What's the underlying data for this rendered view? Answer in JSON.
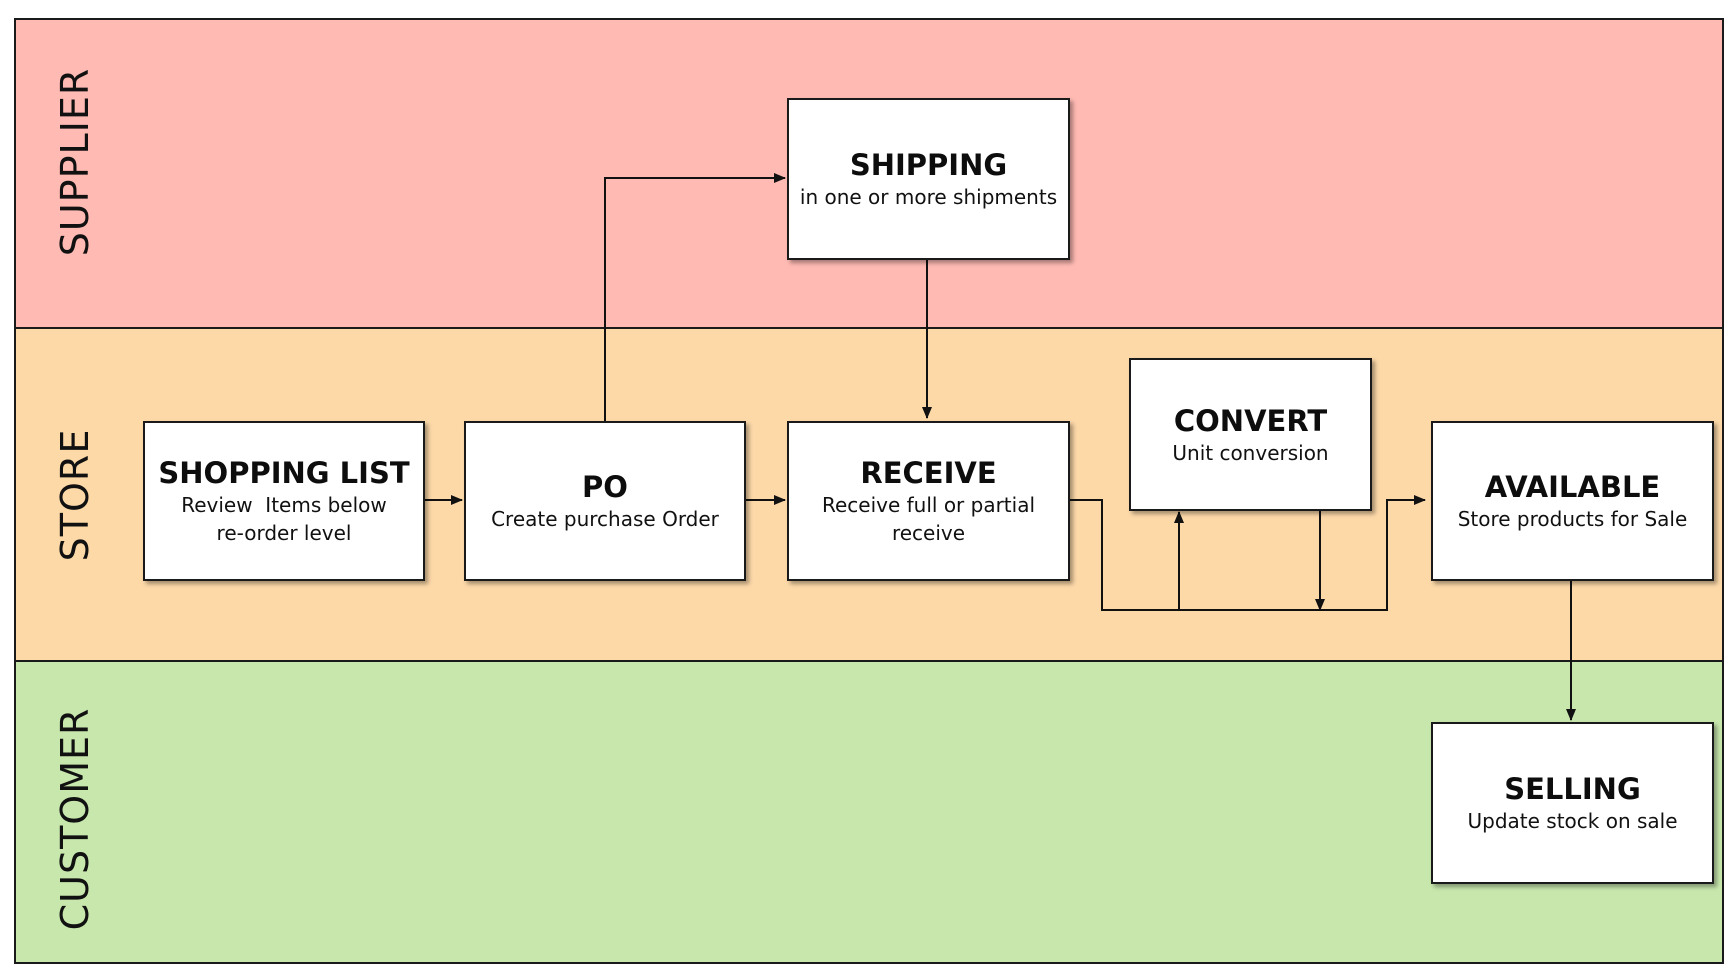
{
  "colors": {
    "supplier_lane": "#ffbab3",
    "store_lane": "#fdd9a8",
    "customer_lane": "#c7e7ad",
    "box_fill": "#ffffff",
    "border": "#1a1a1a"
  },
  "lanes": {
    "supplier": {
      "label": "SUPPLIER"
    },
    "store": {
      "label": "STORE"
    },
    "customer": {
      "label": "CUSTOMER"
    }
  },
  "nodes": {
    "shipping": {
      "title": "SHIPPING",
      "subtitle": "in one or more shipments"
    },
    "shopping_list": {
      "title": "SHOPPING LIST",
      "subtitle": "Review  Items below\nre-order level"
    },
    "po": {
      "title": "PO",
      "subtitle": "Create purchase Order"
    },
    "receive": {
      "title": "RECEIVE",
      "subtitle": "Receive full or partial\nreceive"
    },
    "convert": {
      "title": "CONVERT",
      "subtitle": "Unit conversion"
    },
    "available": {
      "title": "AVAILABLE",
      "subtitle": "Store products for Sale"
    },
    "selling": {
      "title": "SELLING",
      "subtitle": "Update stock on sale"
    }
  },
  "edges": [
    {
      "from": "shopping_list",
      "to": "po"
    },
    {
      "from": "po",
      "to": "shipping"
    },
    {
      "from": "po",
      "to": "receive"
    },
    {
      "from": "shipping",
      "to": "receive"
    },
    {
      "from": "receive",
      "to": "convert"
    },
    {
      "from": "convert",
      "to": "available"
    },
    {
      "from": "receive",
      "to": "available"
    },
    {
      "from": "available",
      "to": "selling"
    }
  ]
}
